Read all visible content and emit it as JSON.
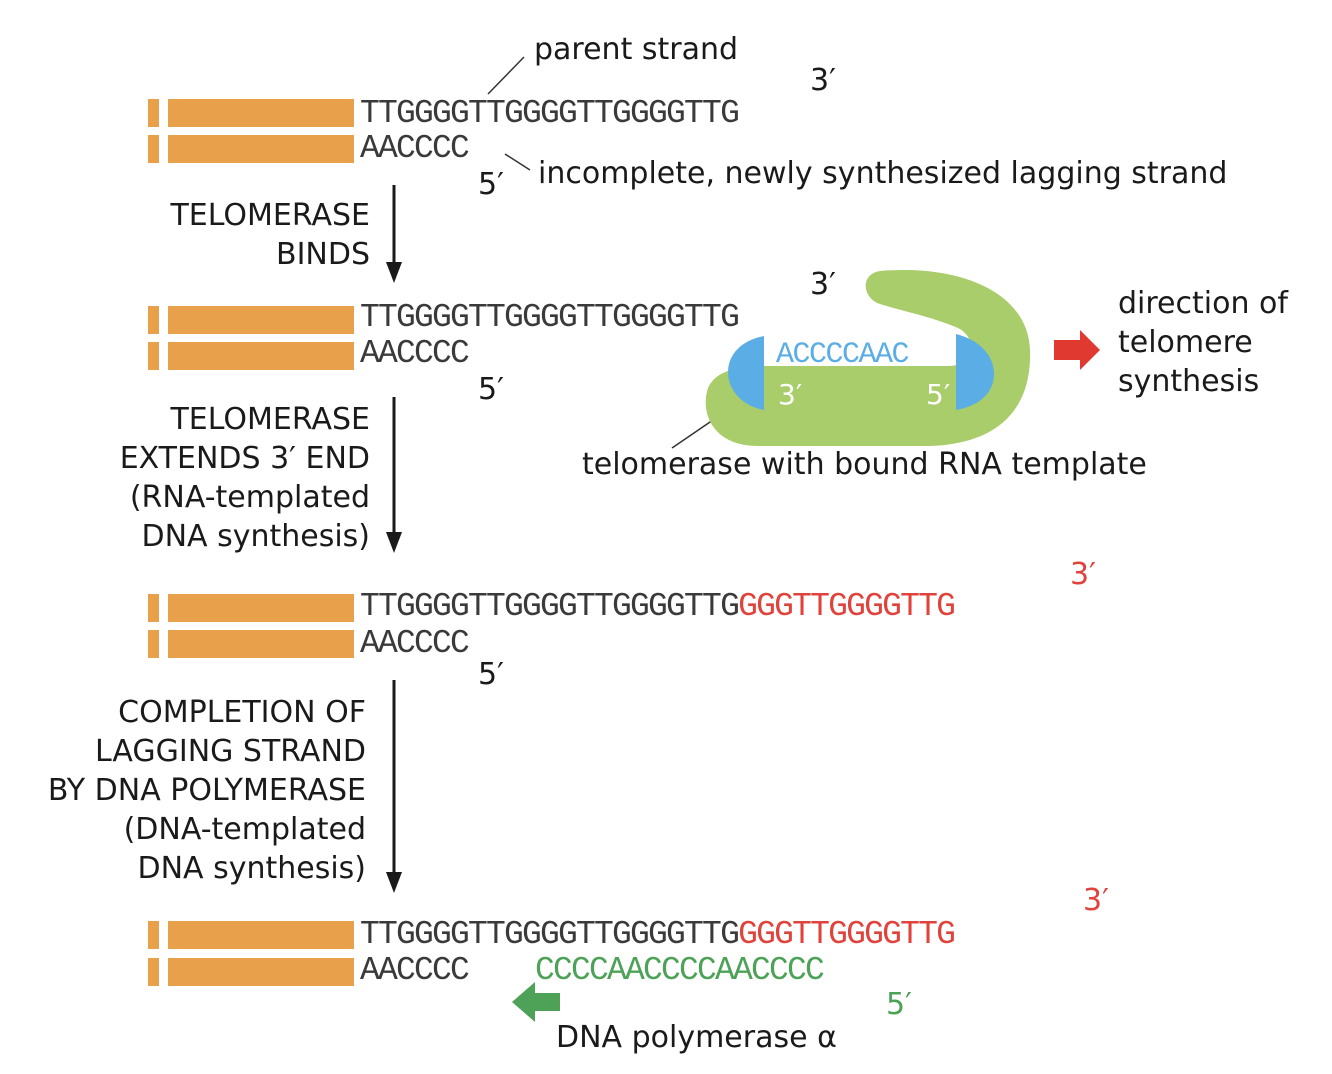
{
  "sequences": {
    "parent": "TTGGGGTTGGGGTTGGGGTTG",
    "lagging": "AACCCC",
    "extension": "GGGTTGGGGTTG",
    "rna_template": "ACCCCAAC",
    "filled_in": "CCCCAACCCCAACCCC"
  },
  "ends": {
    "three_prime": "3′",
    "five_prime": "5′"
  },
  "labels": {
    "parent_strand": "parent strand",
    "lagging_strand": "incomplete, newly synthesized lagging strand",
    "telomerase": "telomerase with bound RNA template",
    "direction": "direction of\ntelomere\nsynthesis",
    "polymerase": "DNA polymerase α"
  },
  "steps": [
    "TELOMERASE\nBINDS",
    "TELOMERASE\nEXTENDS 3′ END\n(RNA-templated\nDNA synthesis)",
    "COMPLETION OF\nLAGGING STRAND\nBY DNA POLYMERASE\n(DNA-templated\nDNA synthesis)"
  ],
  "colors": {
    "duplex": "#E9A04A",
    "extension": "#E0423C",
    "rna": "#5AAEE5",
    "telomerase": "#A9CD6A",
    "polymerase": "#4DA257",
    "direction_arrow": "#E0392F"
  }
}
